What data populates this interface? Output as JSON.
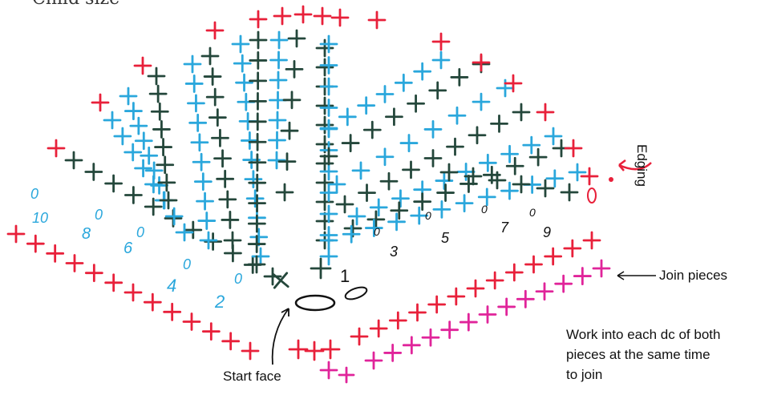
{
  "title": "Child size",
  "labels": {
    "edging": "Edging",
    "join_pieces": "Join pieces",
    "instruction": [
      "Work into each dc of both",
      "pieces at the same time",
      "to join"
    ],
    "start_face": "Start face"
  },
  "row_numbers_left": [
    "10",
    "8",
    "6",
    "4",
    "2"
  ],
  "row_numbers_right": [
    "1",
    "3",
    "5",
    "7",
    "9"
  ],
  "colors": {
    "red": "#e8203a",
    "blue": "#2aa7dc",
    "dark": "#24473b",
    "magenta": "#e0249a"
  }
}
